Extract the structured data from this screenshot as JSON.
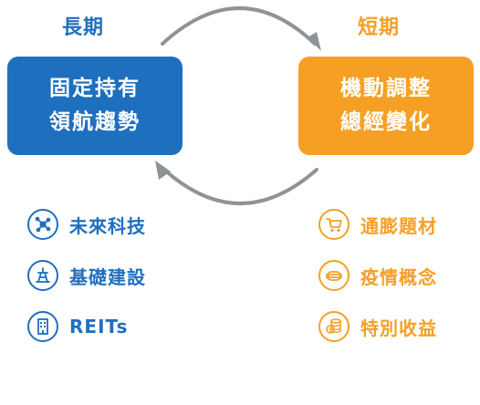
{
  "colors": {
    "long": "#1f6fbf",
    "short": "#f5a025",
    "arrow": "#8e9396"
  },
  "long_term": {
    "heading": "長期",
    "box_line1": "固定持有",
    "box_line2": "領航趨勢",
    "items": [
      {
        "label": "未來科技",
        "icon": "network-icon"
      },
      {
        "label": "基礎建設",
        "icon": "tower-icon"
      },
      {
        "label": "REITs",
        "icon": "building-icon"
      }
    ]
  },
  "short_term": {
    "heading": "短期",
    "box_line1": "機動調整",
    "box_line2": "總經變化",
    "items": [
      {
        "label": "通膨題材",
        "icon": "cart-icon"
      },
      {
        "label": "疫情概念",
        "icon": "mask-icon"
      },
      {
        "label": "特別收益",
        "icon": "coins-icon"
      }
    ]
  }
}
